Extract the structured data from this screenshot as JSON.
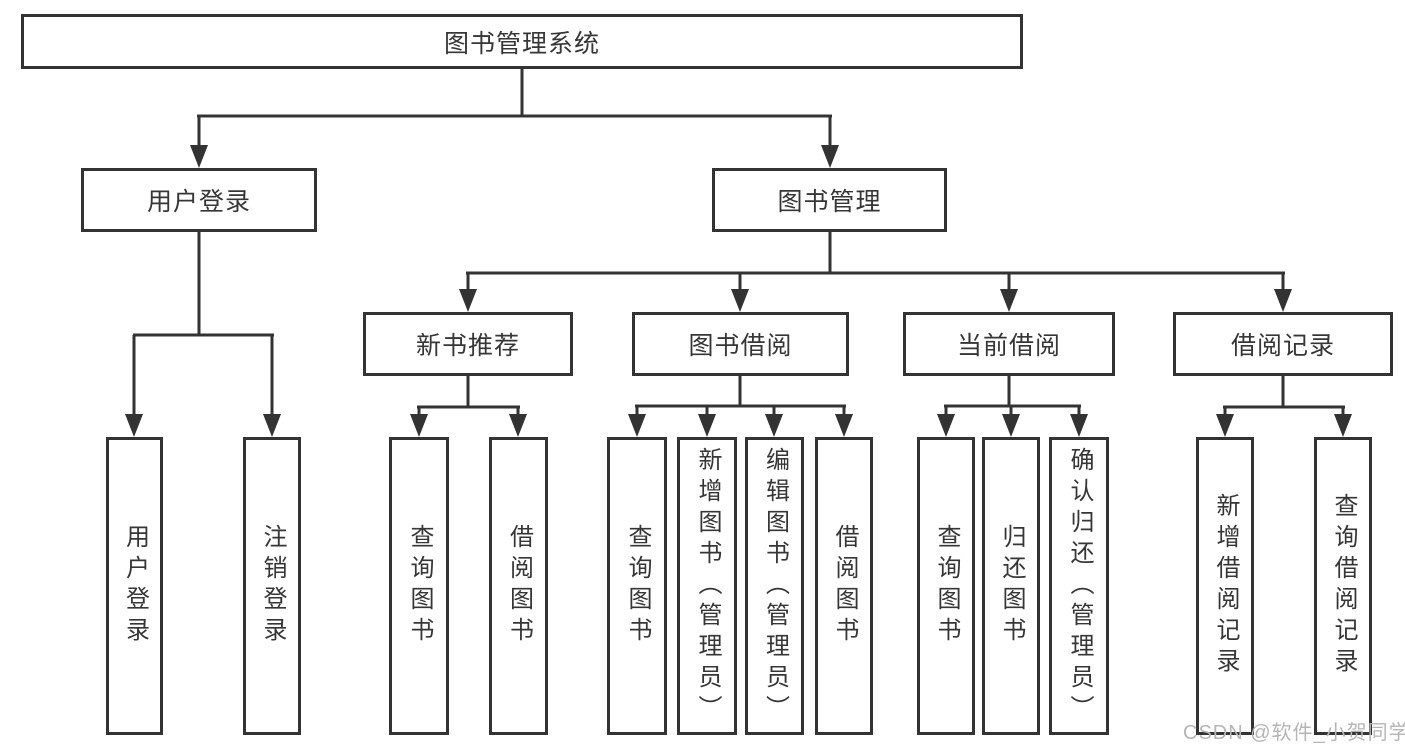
{
  "tree": {
    "root": "图书管理系统",
    "children": [
      {
        "label": "用户登录",
        "children": [
          "用户登录",
          "注销登录"
        ]
      },
      {
        "label": "图书管理",
        "children": [
          {
            "label": "新书推荐",
            "children": [
              "查询图书",
              "借阅图书"
            ]
          },
          {
            "label": "图书借阅",
            "children": [
              "查询图书",
              "新增图书（管理员）",
              "编辑图书（管理员）",
              "借阅图书"
            ]
          },
          {
            "label": "当前借阅",
            "children": [
              "查询图书",
              "归还图书",
              "确认归还（管理员）"
            ]
          },
          {
            "label": "借阅记录",
            "children": [
              "新增借阅记录",
              "查询借阅记录"
            ]
          }
        ]
      }
    ]
  },
  "colors": {
    "line": "#333333",
    "node_text": "#363636",
    "watermark": "#b5b5b5"
  },
  "watermark": {
    "text": "CSDN @软件_小贺同学"
  }
}
